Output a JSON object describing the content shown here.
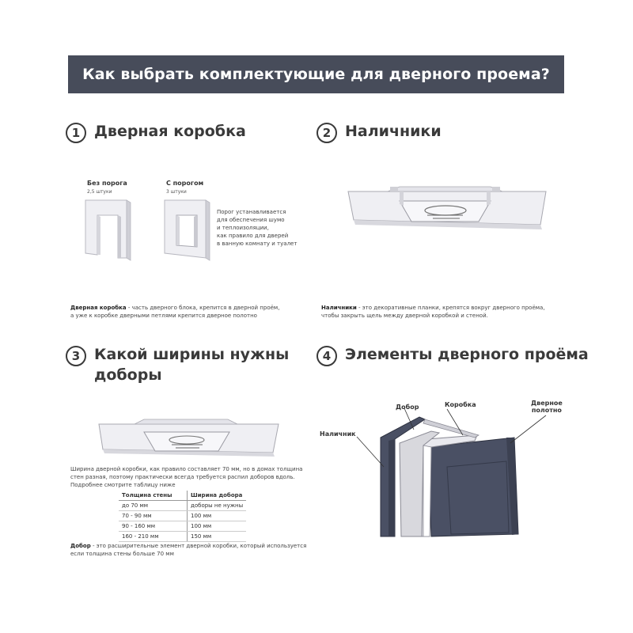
{
  "header": {
    "title": "Как выбрать комплектующие для дверного проема?"
  },
  "sections": {
    "s1": {
      "num": "1",
      "title": "Дверная коробка",
      "variant1": {
        "label": "Без порога",
        "sub": "2,5 штуки"
      },
      "variant2": {
        "label": "С порогом",
        "sub": "3 штуки"
      },
      "note": [
        "Порог устанавливается",
        "для обеспечения шумо",
        "и теплоизоляции,",
        "как правило для дверей",
        "в ванную комнату и туалет"
      ],
      "desc_term": "Дверная коробка",
      "desc_line1": " - часть дверного блока, крепится в дверной проём,",
      "desc_line2": "а уже к коробке дверными петлями крепится дверное полотно"
    },
    "s2": {
      "num": "2",
      "title": "Наличники",
      "desc_term": "Наличники",
      "desc_line1": " - это декоративные планки, крепятся вокруг дверного проёма,",
      "desc_line2": "чтобы закрыть щель между дверной коробкой и стеной."
    },
    "s3": {
      "num": "3",
      "title_line1": "Какой ширины нужны",
      "title_line2": "доборы",
      "text": [
        "Ширина дверной коробки, как правило составляет 70 мм, но в домах толщина",
        "стен разная, поэтому практически всегда требуется распил доборов вдоль.",
        "Подробнее смотрите таблицу ниже"
      ],
      "table": {
        "headers": [
          "Толщина стены",
          "Ширина добора"
        ],
        "rows": [
          [
            "до 70 мм",
            "доборы не нужны"
          ],
          [
            "70 - 90 мм",
            "100 мм"
          ],
          [
            "90 - 160 мм",
            "100 мм"
          ],
          [
            "160 - 210 мм",
            "150 мм"
          ]
        ]
      },
      "desc_term": "Добор",
      "desc_line1": " - это расширительные элемент дверной коробки, который используется",
      "desc_line2": "если толщина стены больше  70 мм"
    },
    "s4": {
      "num": "4",
      "title": "Элементы дверного проёма",
      "labels": {
        "nalichnik": "Наличник",
        "dobor": "Добор",
        "korobka": "Коробка",
        "polotno_1": "Дверное",
        "polotno_2": "полотно"
      }
    }
  },
  "colors": {
    "banner": "#474c5a",
    "door_dark": "#4a5064",
    "frame_light": "#e9e9ee"
  }
}
